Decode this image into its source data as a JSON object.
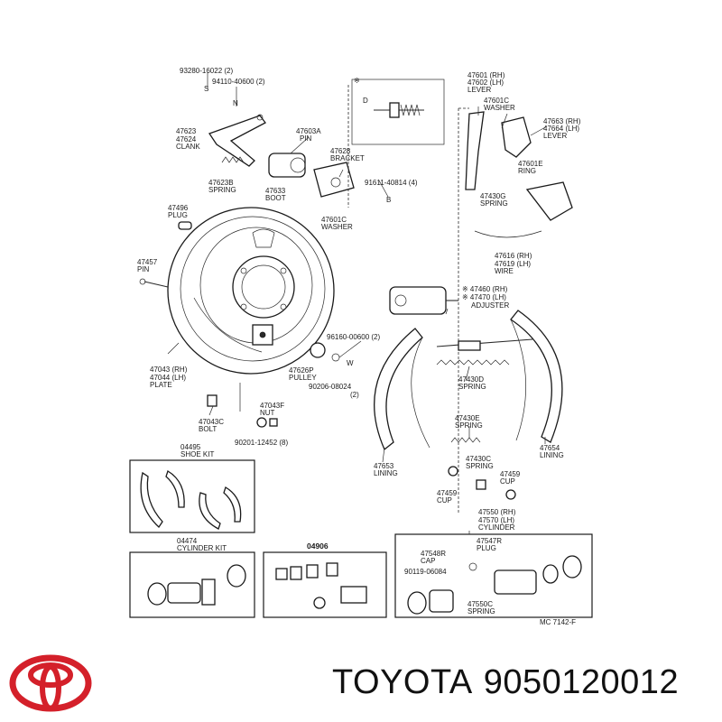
{
  "brand": {
    "name": "TOYOTA",
    "part_number": "9050120012"
  },
  "diagram_code": "MC 7142-F",
  "labels": {
    "p93280": "93280-16022 (2)",
    "p94110": "94110-40600 (2)",
    "sym_s": "S",
    "sym_n": "N",
    "p47623": "47623",
    "p47624": "47624",
    "clank": "CLANK",
    "p47603a": "47603A",
    "pin1": "PIN",
    "p47628": "47628",
    "bracket": "BRACKET",
    "p47623b": "47623B",
    "spring1": "SPRING",
    "p47633": "47633",
    "boot": "BOOT",
    "p91611": "91611-40814 (4)",
    "sym_b": "B",
    "p47496": "47496",
    "plug": "PLUG",
    "p47601c_b": "47601C",
    "washer_b": "WASHER",
    "p47457": "47457",
    "pin2": "PIN",
    "star_mark": "※",
    "sym_d": "D",
    "p47601": "47601 (RH)",
    "p47602": "47602 (LH)",
    "lever1": "LEVER",
    "p47601c_t": "47601C",
    "washer_t": "WASHER",
    "p47663": "47663 (RH)",
    "p47664": "47664 (LH)",
    "lever2": "LEVER",
    "p47601e": "47601E",
    "ring": "RING",
    "p47430g": "47430G",
    "spring2": "SPRING",
    "p47616": "47616 (RH)",
    "p47619": "47619 (LH)",
    "wire": "WIRE",
    "p47460": "※ 47460 (RH)",
    "p47470": "※ 47470 (LH)",
    "adjuster": "ADJUSTER",
    "p96160": "96160-00600 (2)",
    "sym_w": "W",
    "p47043": "47043 (RH)",
    "p47044": "47044 (LH)",
    "plate": "PLATE",
    "p47626p": "47626P",
    "pulley": "PULLEY",
    "p90206": "90206-08024",
    "p90206q": "(2)",
    "p47430d": "47430D",
    "spring3": "SPRING",
    "p47043f": "47043F",
    "nut": "NUT",
    "p47043c": "47043C",
    "bolt": "BOLT",
    "p90201": "90201-12452 (8)",
    "p47430e": "47430E",
    "spring4": "SPRING",
    "p04495": "04495",
    "shoekit": "SHOE KIT",
    "p47653": "47653",
    "lining1": "LINING",
    "p47654": "47654",
    "lining2": "LINING",
    "p47430c": "47430C",
    "spring5": "SPRING",
    "p47459a": "47459",
    "cup1": "CUP",
    "p47459b": "47459",
    "cup2": "CUP",
    "p47550": "47550 (RH)",
    "p47570": "47570 (LH)",
    "cylinder": "CYLINDER",
    "p04474": "04474",
    "cylkit": "CYLINDER KIT",
    "p04906": "04906",
    "p47547r": "47547R",
    "plug2": "PLUG",
    "p47548r": "47548R",
    "cap": "CAP",
    "p90119": "90119-06084",
    "p47550c": "47550C",
    "spring6": "SPRING"
  },
  "colors": {
    "logo_red": "#d4202a",
    "ink": "#1a1a1a"
  }
}
